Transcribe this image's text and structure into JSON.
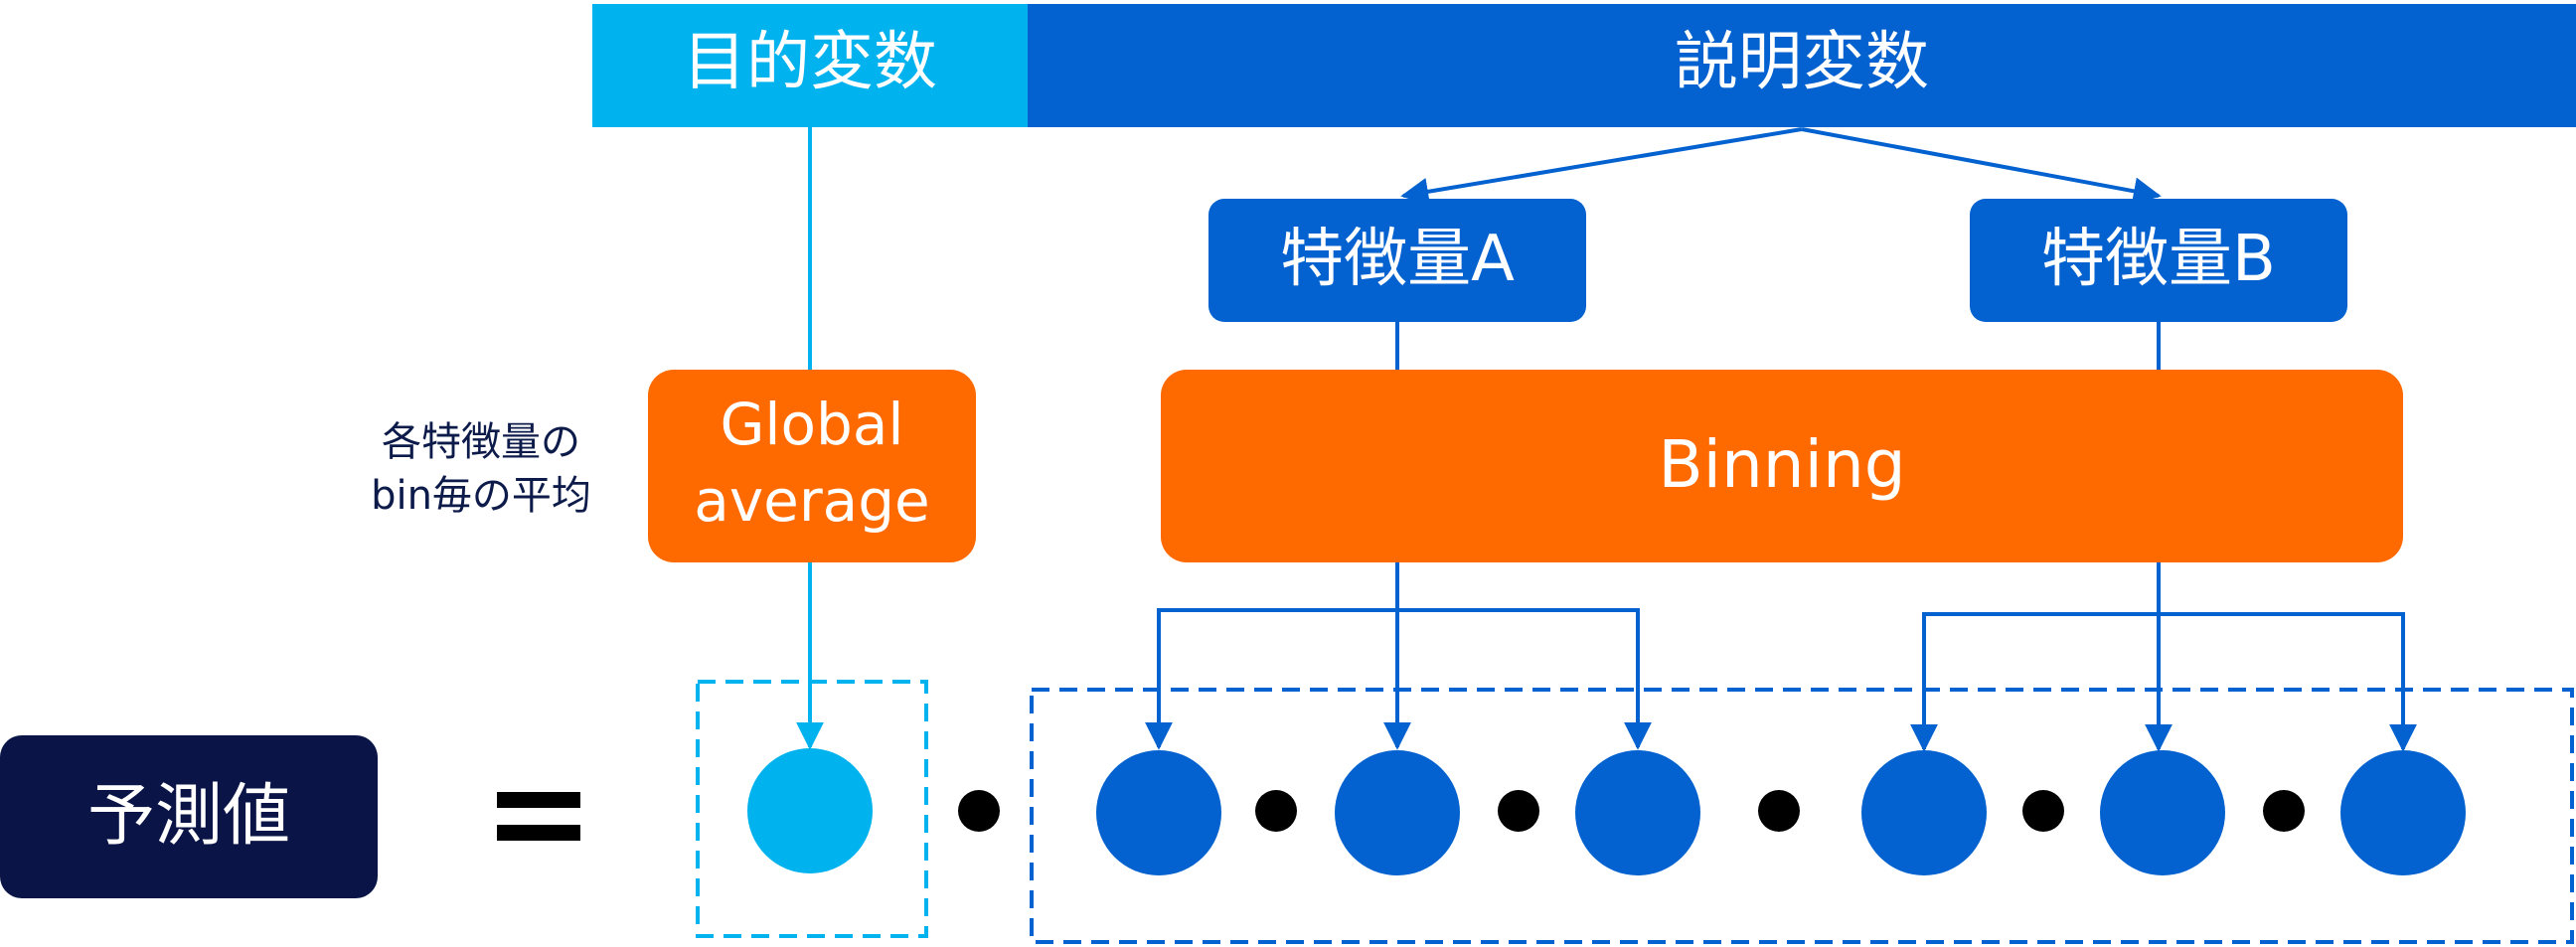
{
  "colors": {
    "light_blue": "#00B2EE",
    "blue": "#0362CF",
    "orange": "#FF6A00",
    "navy": "#0A1446",
    "black": "#000000",
    "white": "#FFFFFF"
  },
  "header": {
    "target_label": "目的変数",
    "explanatory_label": "説明変数"
  },
  "features": {
    "a_label": "特徴量A",
    "b_label": "特徴量B"
  },
  "global_average": {
    "line1": "Global",
    "line2": "average"
  },
  "binning": {
    "label": "Binning"
  },
  "annotation": {
    "line1": "各特徴量の",
    "line2": "bin毎の平均"
  },
  "prediction": {
    "label": "予測値",
    "equals": "="
  },
  "factors": {
    "global_count": 1,
    "feature_a_bins": 3,
    "feature_b_bins": 3,
    "operator_icon": "multiplication-dot-icon"
  }
}
